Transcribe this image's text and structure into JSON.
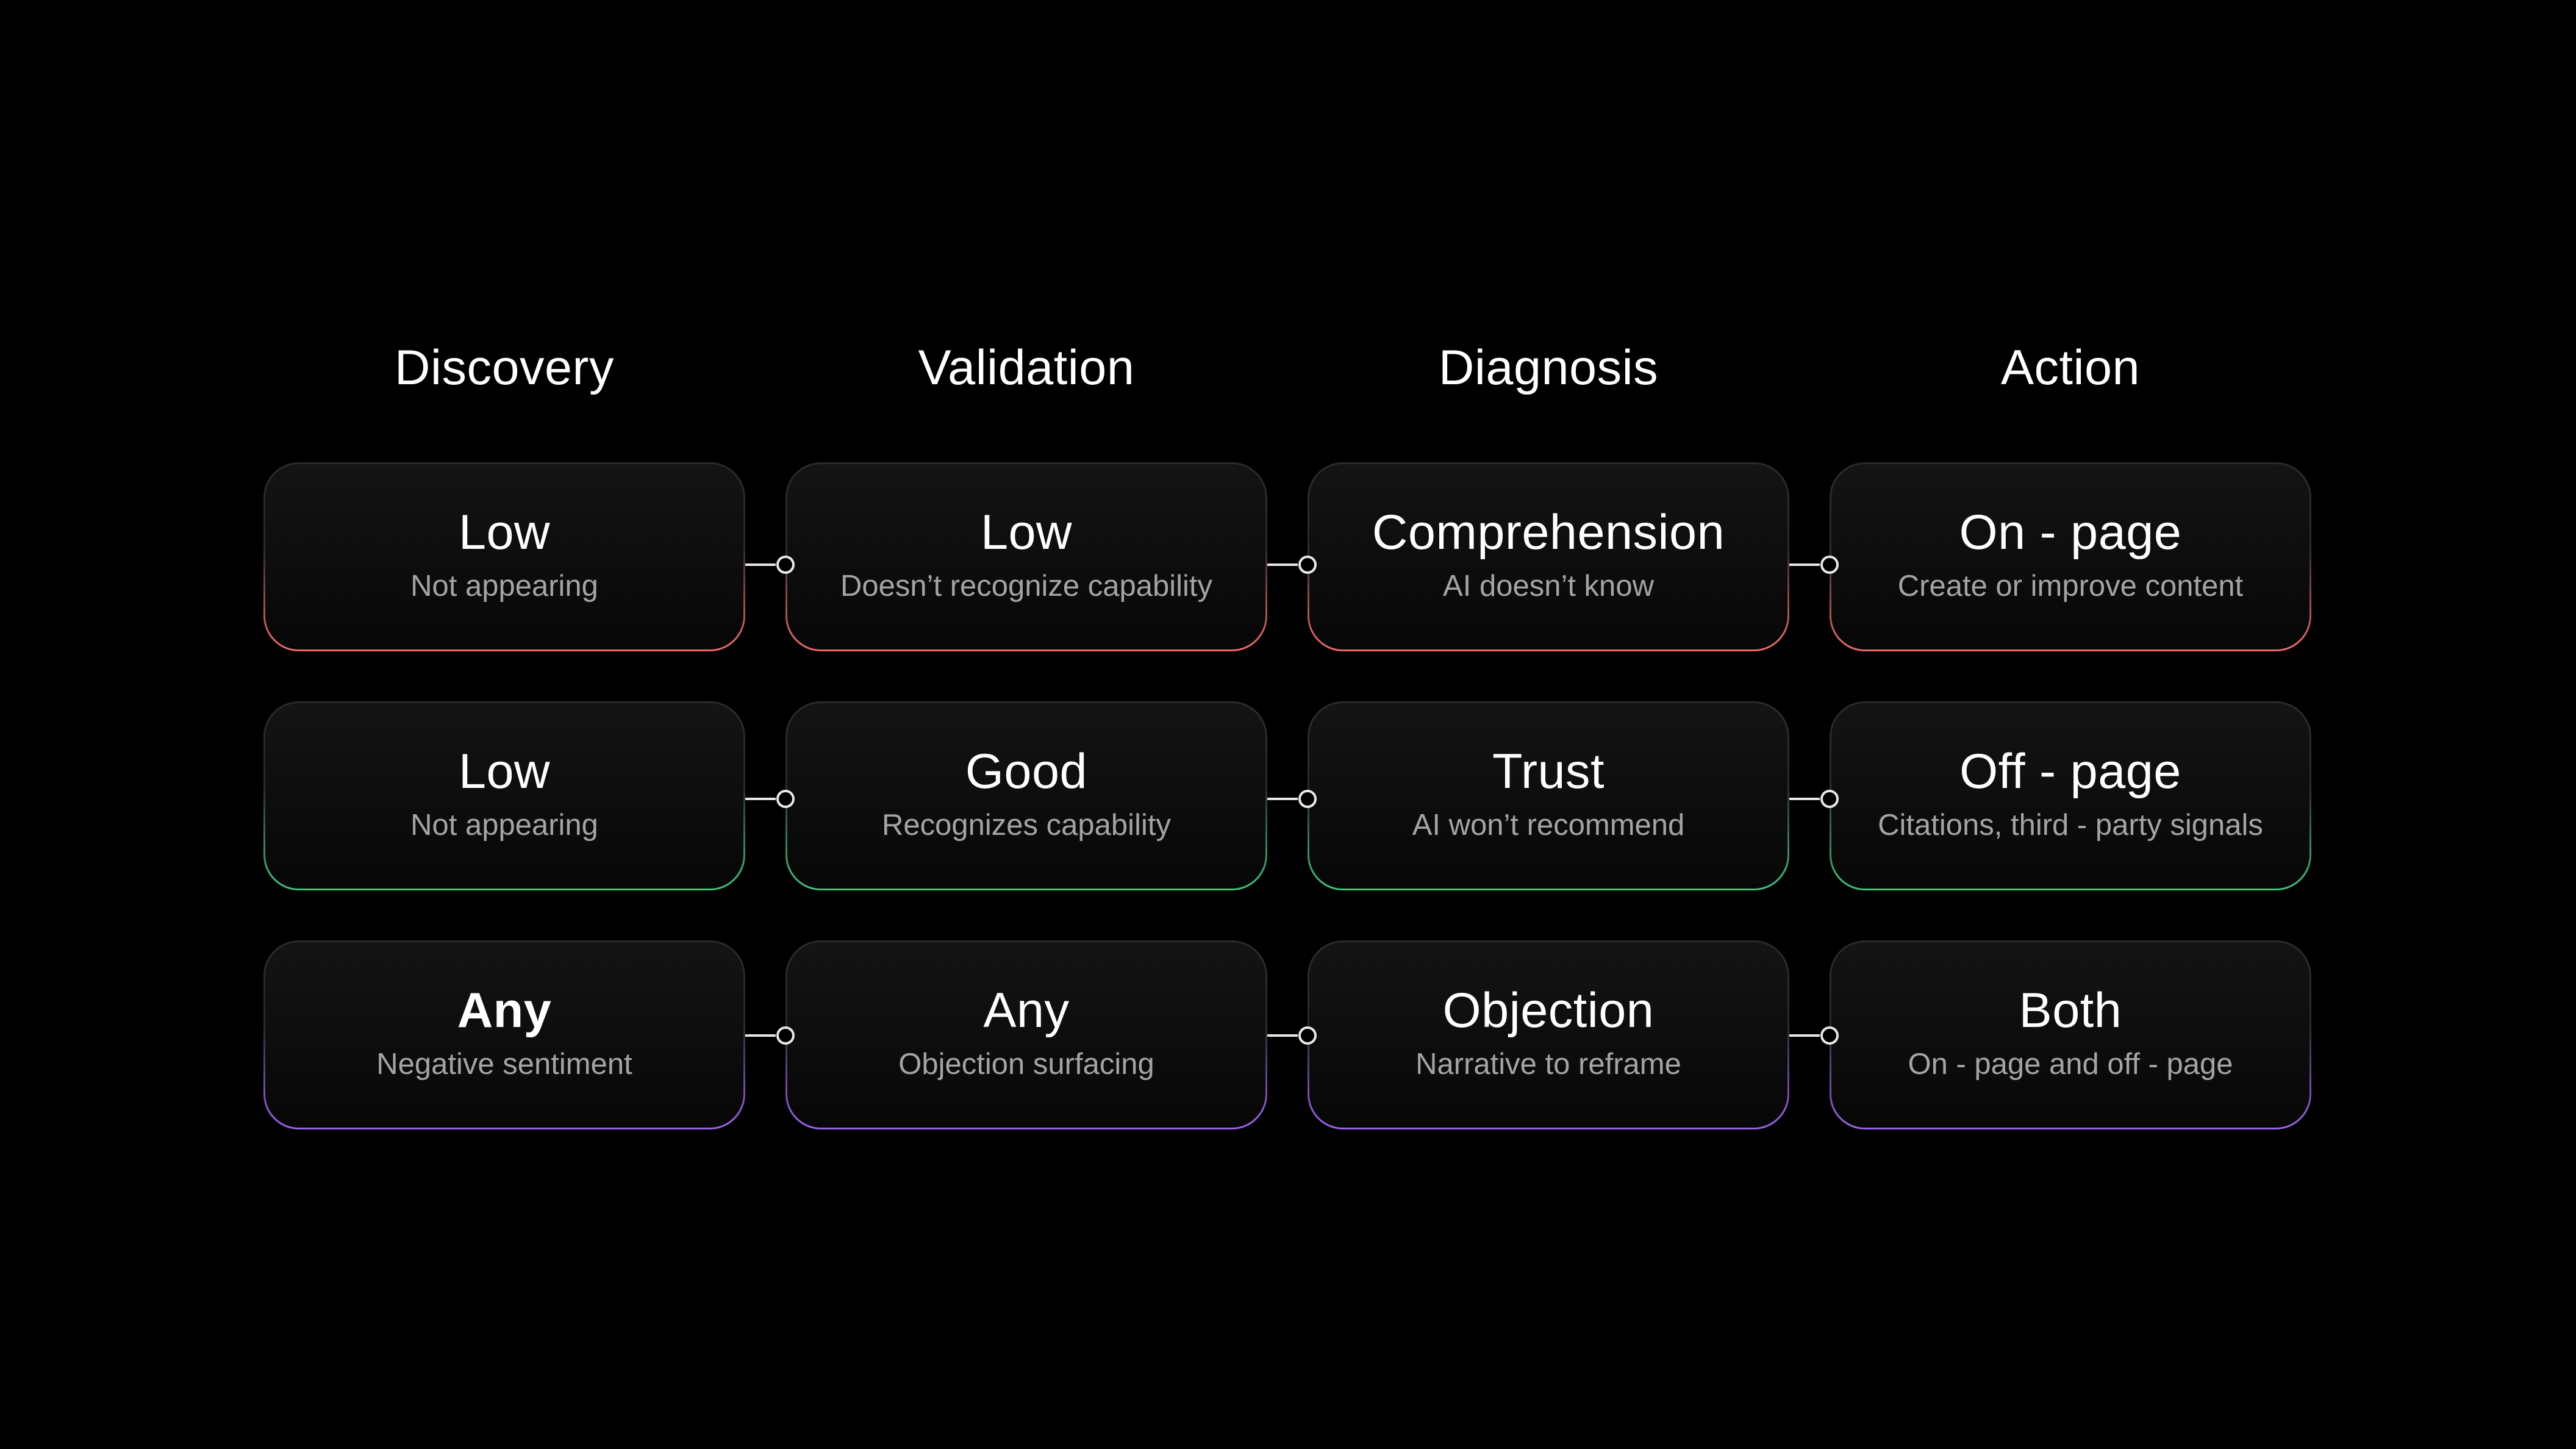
{
  "headers": [
    "Discovery",
    "Validation",
    "Diagnosis",
    "Action"
  ],
  "accent_colors": {
    "red": "#f06a6a",
    "green": "#3fc47d",
    "purple": "#9b62f0"
  },
  "rows": [
    {
      "accent": "red",
      "cards": [
        {
          "title": "Low",
          "subtitle": "Not appearing"
        },
        {
          "title": "Low",
          "subtitle": "Doesn’t recognize capability"
        },
        {
          "title": "Comprehension",
          "subtitle": "AI doesn’t know"
        },
        {
          "title": "On - page",
          "subtitle": "Create or improve content"
        }
      ]
    },
    {
      "accent": "green",
      "cards": [
        {
          "title": "Low",
          "subtitle": "Not appearing"
        },
        {
          "title": "Good",
          "subtitle": "Recognizes capability"
        },
        {
          "title": "Trust",
          "subtitle": "AI won’t recommend"
        },
        {
          "title": "Off - page",
          "subtitle": "Citations, third - party signals"
        }
      ]
    },
    {
      "accent": "purple",
      "cards": [
        {
          "title": "Any",
          "subtitle": "Negative sentiment",
          "bold": true
        },
        {
          "title": "Any",
          "subtitle": "Objection surfacing"
        },
        {
          "title": "Objection",
          "subtitle": "Narrative to reframe"
        },
        {
          "title": "Both",
          "subtitle": "On - page and off - page"
        }
      ]
    }
  ]
}
